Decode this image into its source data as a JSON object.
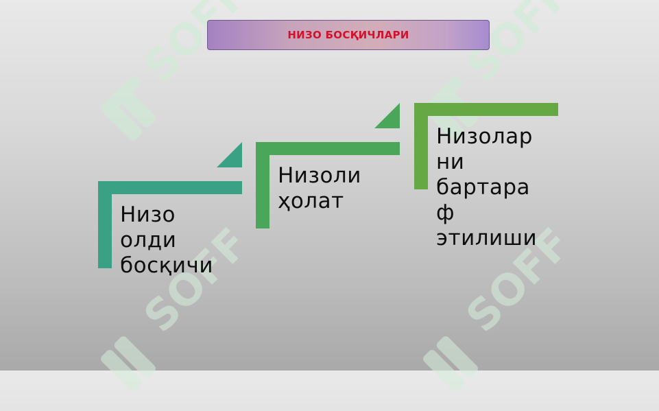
{
  "slide": {
    "title": "НИЗО БОСҚИЧЛАРИ",
    "watermark_text": "SOFF"
  },
  "steps": [
    {
      "label": "Низо\nолди\nбосқичи",
      "color": "#3aa184"
    },
    {
      "label": "Низоли\nҳолат",
      "color": "#4aa75a"
    },
    {
      "label": "Низолар\nни\nбартара\nф\nэтилиши",
      "color": "#66a944"
    }
  ],
  "colors": {
    "title_text": "#d2112a",
    "title_border": "#6b5a8a",
    "watermark": "#c9f0d4"
  }
}
